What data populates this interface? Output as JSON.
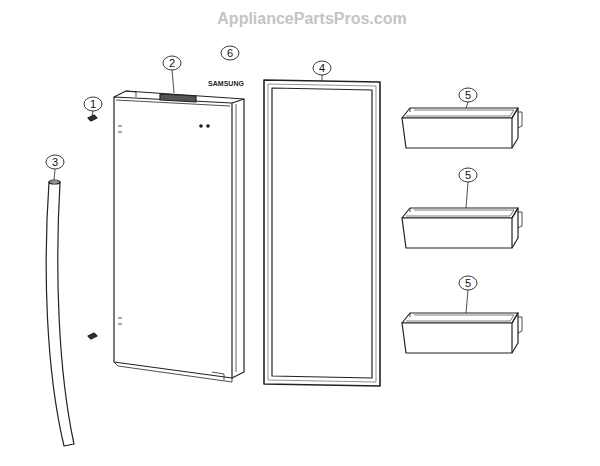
{
  "diagram": {
    "nodes": [
      {
        "text": [
          "6"
        ]
      },
      {
        "text": [
          "2"
        ]
      },
      {
        "text": [
          "4"
        ]
      },
      {
        "text": [
          "5"
        ]
      },
      {
        "text": [
          "1"
        ]
      },
      {
        "text": [
          "3"
        ]
      },
      {
        "text": [
          "5"
        ]
      },
      {
        "text": [
          "5"
        ]
      }
    ],
    "labels": [
      "AppliancePartsPros.com",
      "SAMSUNG"
    ]
  }
}
